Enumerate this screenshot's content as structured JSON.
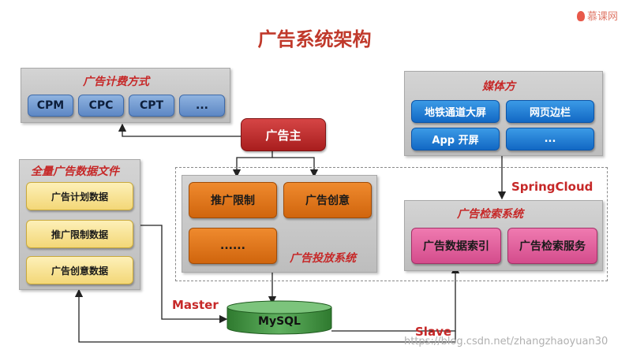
{
  "title": "广告系统架构",
  "logo": "慕课网",
  "billing": {
    "title": "广告计费方式",
    "items": [
      "CPM",
      "CPC",
      "CPT",
      "..."
    ]
  },
  "media": {
    "title": "媒体方",
    "items": [
      "地铁通道大屏",
      "网页边栏",
      "App 开屏",
      "..."
    ]
  },
  "advertiser": "广告主",
  "data_files": {
    "title": "全量广告数据文件",
    "items": [
      "广告计划数据",
      "推广限制数据",
      "广告创意数据"
    ]
  },
  "delivery": {
    "title": "广告投放系统",
    "items": [
      "推广限制",
      "广告创意",
      "......"
    ]
  },
  "retrieval": {
    "title": "广告检索系统",
    "items": [
      "广告数据索引",
      "广告检索服务"
    ]
  },
  "springcloud": "SpringCloud",
  "mysql": "MySQL",
  "master": "Master",
  "slave": "Slave",
  "watermark": "https://blog.csdn.net/zhangzhaoyuan30"
}
